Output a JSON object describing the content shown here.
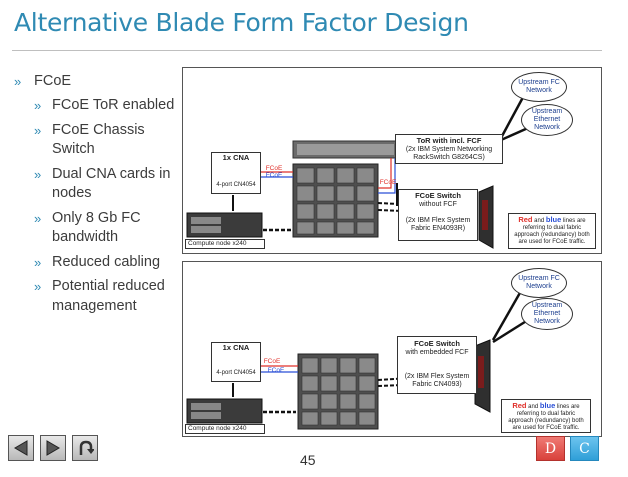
{
  "slide": {
    "title": "Alternative Blade Form Factor Design",
    "page_number": "45"
  },
  "bullets": {
    "level1": "FCoE",
    "items": [
      "FCoE ToR enabled",
      "FCoE Chassis Switch",
      "Dual CNA cards in nodes",
      "Only 8 Gb FC bandwidth",
      "Reduced cabling",
      "Potential reduced management"
    ]
  },
  "diagram_top": {
    "cloud_fc": "Upstream FC Network",
    "cloud_eth": "Upstream Ethernet Network",
    "tor_title": "ToR with incl. FCF",
    "tor_sub": "(2x IBM System Networking RackSwitch G8264CS)",
    "cna_title": "1x CNA",
    "cna_sub": "4-port CN4054",
    "compute": "Compute node x240",
    "switch_title": "FCoE Switch",
    "switch_sub1": "without FCF",
    "switch_sub2": "(2x IBM Flex System Fabric EN4093R)",
    "fcoe_a": "FCoE",
    "fcoe_b": "FCoE",
    "fcoe_c": "FCoE",
    "note_red": "Red",
    "note_and": " and ",
    "note_blue": "blue",
    "note_rest": " lines are referring to dual fabric approach (redundancy) both are used for FCoE traffic."
  },
  "diagram_bottom": {
    "cloud_fc": "Upstream FC Network",
    "cloud_eth": "Upstream Ethernet Network",
    "cna_title": "1x CNA",
    "cna_sub": "4-port CN4054",
    "compute": "Compute node x240",
    "switch_title": "FCoE Switch",
    "switch_sub1": "with embedded FCF",
    "switch_sub2": "(2x IBM Flex System Fabric CN4093)",
    "fcoe_a": "FCoE",
    "fcoe_b": "FCoE",
    "note_red": "Red",
    "note_and": " and ",
    "note_blue": "blue",
    "note_rest": " lines are referring to dual fabric approach (redundancy) both are used for FCoE traffic."
  },
  "nav": {
    "d_label": "D",
    "c_label": "C"
  },
  "colors": {
    "accent": "#2f8ab3",
    "d_button": "#e5504b",
    "c_button": "#3aa8e0",
    "fabric_red": "#e0302a",
    "fabric_blue": "#2a4fd6"
  }
}
